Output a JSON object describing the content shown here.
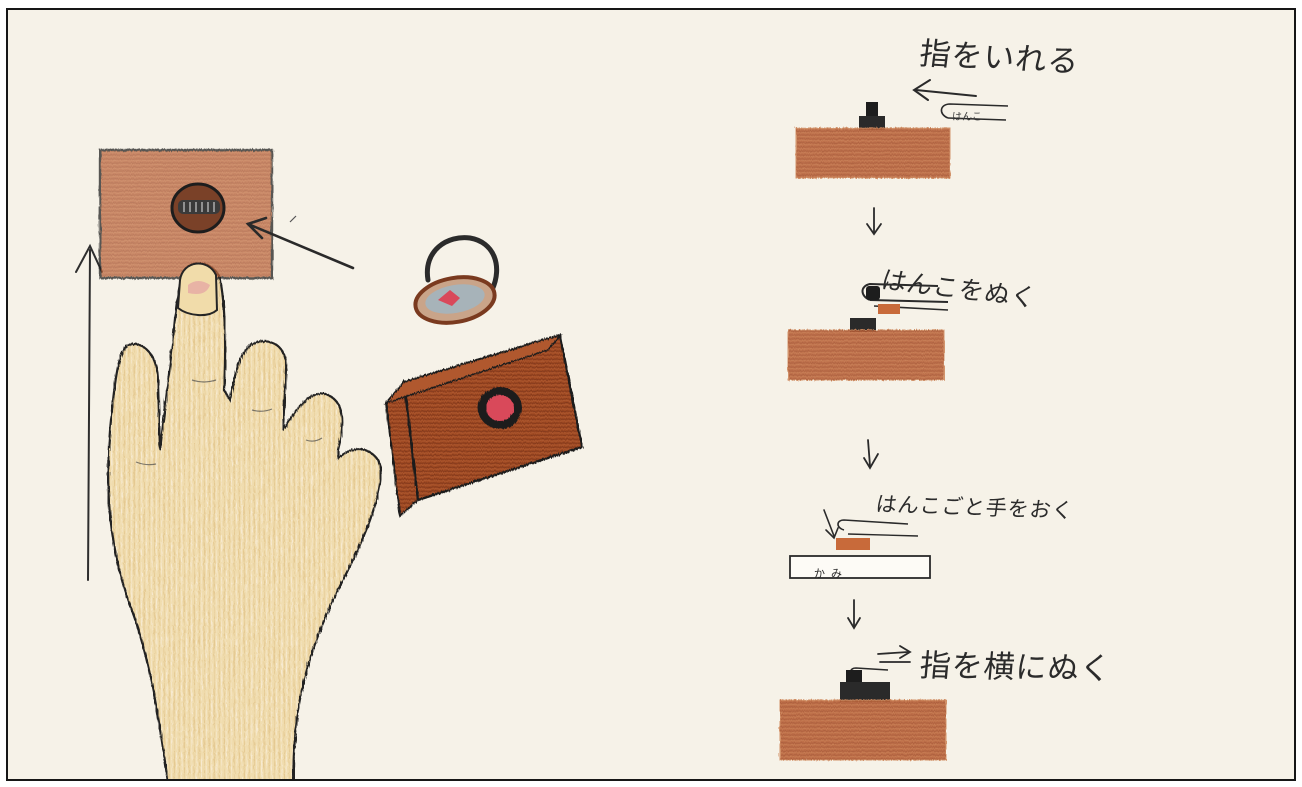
{
  "steps": [
    {
      "label": "指をいれる",
      "stamp_text": "はんこ"
    },
    {
      "label": "はんこをぬく"
    },
    {
      "label": "はんこごと手をおく",
      "paper_text": "かみ"
    },
    {
      "label": "指を横にぬく"
    }
  ],
  "colors": {
    "paper": "#f6f2e8",
    "wood": "#b9633a",
    "wood_dark": "#8f3f22",
    "skin": "#efd9a8",
    "ink": "#2a2a2a",
    "ink_red": "#d9485a"
  }
}
